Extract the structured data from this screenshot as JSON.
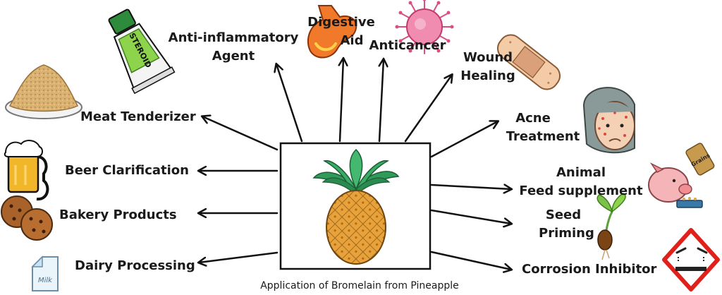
{
  "caption": "Application of Bromelain from Pineapple",
  "center_node": {
    "icon": "pineapple-icon"
  },
  "applications": [
    {
      "id": "anti-inflammatory",
      "lines": [
        "Anti-inflammatory",
        "Agent"
      ],
      "icon": "steroid-tube-icon",
      "icon_text": "STEROID"
    },
    {
      "id": "digestive-aid",
      "lines": [
        "Digestive",
        "Aid"
      ],
      "icon": "stomach-icon"
    },
    {
      "id": "anticancer",
      "lines": [
        "Anticancer"
      ],
      "icon": "cancer-cell-icon"
    },
    {
      "id": "wound-healing",
      "lines": [
        "Wound",
        "Healing"
      ],
      "icon": "bandage-icon"
    },
    {
      "id": "meat-tenderizer",
      "lines": [
        "Meat Tenderizer"
      ],
      "icon": "powder-plate-icon"
    },
    {
      "id": "acne-treatment",
      "lines": [
        "Acne",
        "Treatment"
      ],
      "icon": "acne-face-icon"
    },
    {
      "id": "beer-clarification",
      "lines": [
        "Beer Clarification"
      ],
      "icon": "beer-mug-icon"
    },
    {
      "id": "animal-feed",
      "lines": [
        "Animal",
        "Feed supplement"
      ],
      "icon": "pig-feed-icon",
      "icon_text": "Grains"
    },
    {
      "id": "bakery-products",
      "lines": [
        "Bakery Products"
      ],
      "icon": "cookies-icon"
    },
    {
      "id": "seed-priming",
      "lines": [
        "Seed",
        "Priming"
      ],
      "icon": "sprouting-seed-icon"
    },
    {
      "id": "dairy-processing",
      "lines": [
        "Dairy Processing"
      ],
      "icon": "milk-carton-icon",
      "icon_text": "Milk"
    },
    {
      "id": "corrosion-inhibitor",
      "lines": [
        "Corrosion Inhibitor"
      ],
      "icon": "corrosive-hazard-icon"
    }
  ]
}
